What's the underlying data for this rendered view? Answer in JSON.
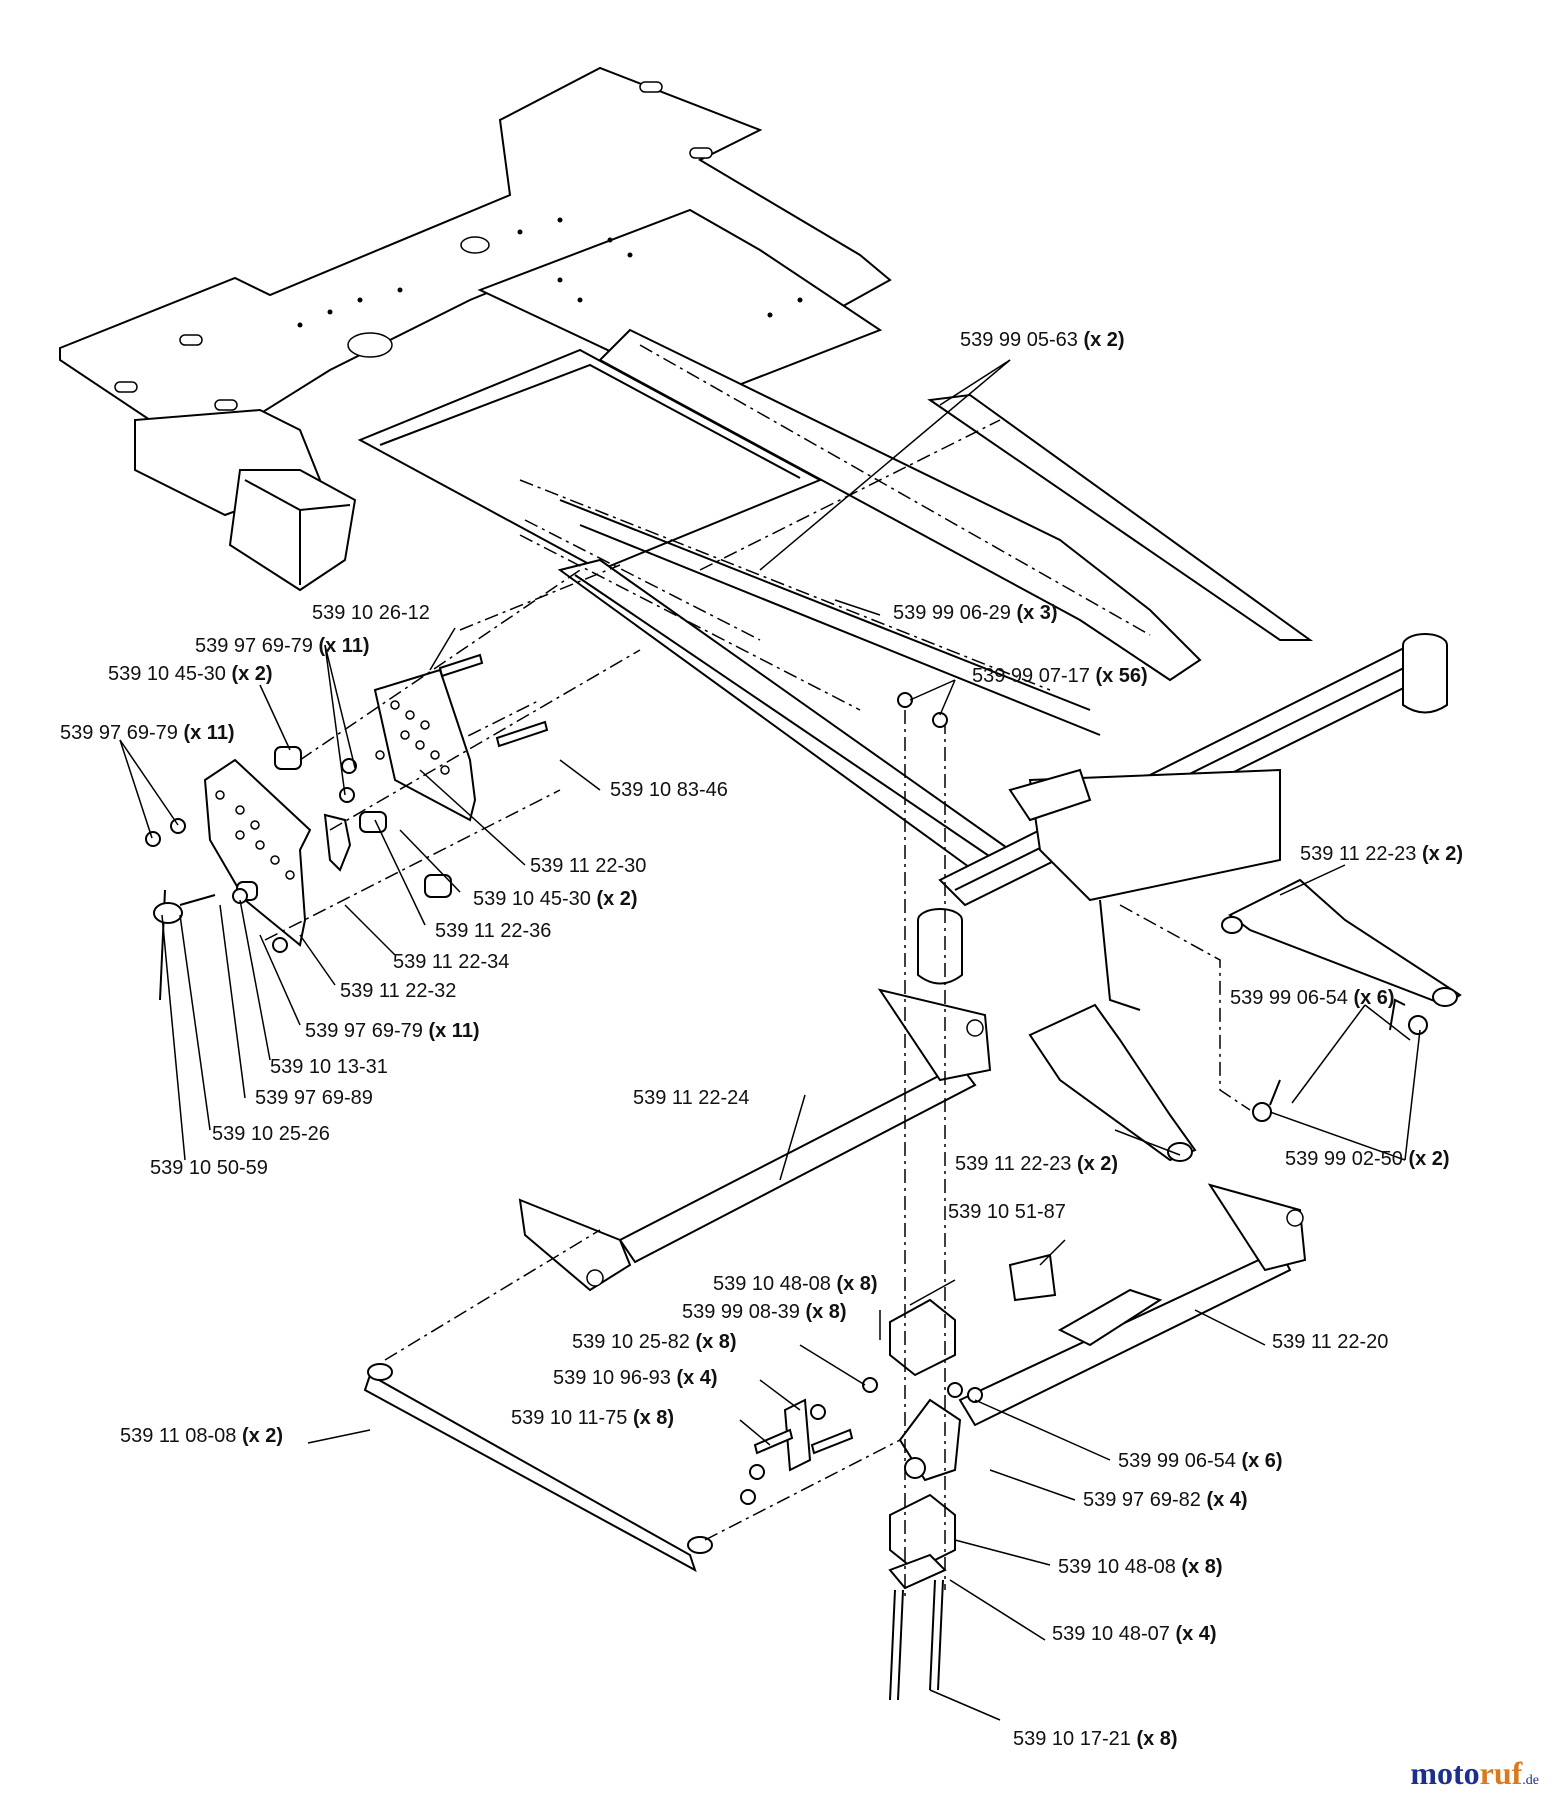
{
  "labels": [
    {
      "id": "l01",
      "part": "539 99 05-63",
      "qty": "(x 2)"
    },
    {
      "id": "l02",
      "part": "539 10 26-12",
      "qty": ""
    },
    {
      "id": "l03",
      "part": "539 97 69-79",
      "qty": "(x 11)"
    },
    {
      "id": "l04",
      "part": "539 10 45-30",
      "qty": "(x 2)"
    },
    {
      "id": "l05",
      "part": "539 99 06-29",
      "qty": "(x 3)"
    },
    {
      "id": "l06",
      "part": "539 99 07-17",
      "qty": "(x 56)"
    },
    {
      "id": "l07",
      "part": "539 97 69-79",
      "qty": "(x 11)"
    },
    {
      "id": "l08",
      "part": "539 10 83-46",
      "qty": ""
    },
    {
      "id": "l09",
      "part": "539 11 22-30",
      "qty": ""
    },
    {
      "id": "l10",
      "part": "539 10 45-30",
      "qty": "(x 2)"
    },
    {
      "id": "l11",
      "part": "539 11 22-36",
      "qty": ""
    },
    {
      "id": "l12",
      "part": "539 11 22-34",
      "qty": ""
    },
    {
      "id": "l13",
      "part": "539 11 22-32",
      "qty": ""
    },
    {
      "id": "l14",
      "part": "539 97 69-79",
      "qty": "(x 11)"
    },
    {
      "id": "l15",
      "part": "539 10 13-31",
      "qty": ""
    },
    {
      "id": "l16",
      "part": "539 97 69-89",
      "qty": ""
    },
    {
      "id": "l17",
      "part": "539 10 25-26",
      "qty": ""
    },
    {
      "id": "l18",
      "part": "539 10 50-59",
      "qty": ""
    },
    {
      "id": "l19",
      "part": "539 11 22-23",
      "qty": "(x 2)"
    },
    {
      "id": "l20",
      "part": "539 99 06-54",
      "qty": "(x 6)"
    },
    {
      "id": "l21",
      "part": "539 11 22-24",
      "qty": ""
    },
    {
      "id": "l22",
      "part": "539 11 22-23",
      "qty": "(x 2)"
    },
    {
      "id": "l23",
      "part": "539 99 02-50",
      "qty": "(x 2)"
    },
    {
      "id": "l24",
      "part": "539 10 51-87",
      "qty": ""
    },
    {
      "id": "l25",
      "part": "539 10 48-08",
      "qty": "(x 8)"
    },
    {
      "id": "l26",
      "part": "539 99 08-39",
      "qty": "(x 8)"
    },
    {
      "id": "l27",
      "part": "539 10 25-82",
      "qty": "(x 8)"
    },
    {
      "id": "l28",
      "part": "539 11 22-20",
      "qty": ""
    },
    {
      "id": "l29",
      "part": "539 10 96-93",
      "qty": "(x 4)"
    },
    {
      "id": "l30",
      "part": "539 10 11-75",
      "qty": "(x 8)"
    },
    {
      "id": "l31",
      "part": "539 11 08-08",
      "qty": "(x 2)"
    },
    {
      "id": "l32",
      "part": "539 99 06-54",
      "qty": "(x 6)"
    },
    {
      "id": "l33",
      "part": "539 97 69-82",
      "qty": "(x 4)"
    },
    {
      "id": "l34",
      "part": "539 10 48-08",
      "qty": "(x 8)"
    },
    {
      "id": "l35",
      "part": "539 10 48-07",
      "qty": "(x 4)"
    },
    {
      "id": "l36",
      "part": "539 10 17-21",
      "qty": "(x 8)"
    }
  ],
  "watermark": {
    "text_m": "moto",
    "text_o": "ruf",
    "suffix": ".de"
  },
  "colors": {
    "line": "#000000",
    "brand_blue": "#1c2f8c",
    "brand_orange": "#d77b1e"
  }
}
